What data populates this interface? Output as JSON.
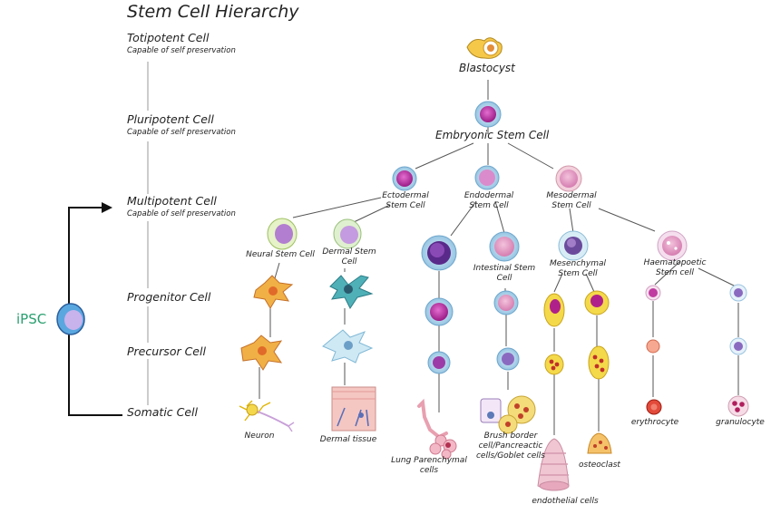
{
  "title": "Stem Cell Hierarchy",
  "levels": {
    "totipotent": {
      "name": "Totipotent Cell",
      "desc": "Capable of self preservation"
    },
    "pluripotent": {
      "name": "Pluripotent Cell",
      "desc": "Capable of self preservation"
    },
    "multipotent": {
      "name": "Multipotent Cell",
      "desc": "Capable of self preservation"
    },
    "progenitor": {
      "name": "Progenitor Cell"
    },
    "precursor": {
      "name": "Precursor Cell"
    },
    "somatic": {
      "name": "Somatic Cell"
    }
  },
  "ipsc": "iPSC",
  "nodes": {
    "blastocyst": "Blastocyst",
    "embryonic": "Embryonic Stem Cell",
    "ectodermal": [
      "Ectodermal",
      "Stem Cell"
    ],
    "endodermal": [
      "Endodermal",
      "Stem Cell"
    ],
    "mesodermal": [
      "Mesodermal",
      "Stem Cell"
    ],
    "neural": "Neural Stem Cell",
    "dermal": [
      "Dermal Stem",
      "Cell"
    ],
    "intestinal": [
      "Intestinal Stem",
      "Cell"
    ],
    "mesenchymal": [
      "Mesenchymal",
      "Stem Cell"
    ],
    "haematopoetic": [
      "Haematopoetic",
      "Stem cell"
    ],
    "neuron": "Neuron",
    "dermal_tissue": "Dermal tissue",
    "lung": [
      "Lung Parenchymal",
      "cells"
    ],
    "brush": [
      "Brush border",
      "cell/Pancreactic",
      "cells/Goblet cells"
    ],
    "osteoclast": "osteoclast",
    "endothelial": "endothelial cells",
    "erythrocyte": "erythrocyte",
    "granulocyte": "granulocyte"
  },
  "colors": {
    "cell_magenta": "#c02fa8",
    "cell_halo_blue": "#a9cfe8",
    "cell_pink": "#e7a1c6",
    "yellow_cell": "#f3d84a",
    "ipsc_green": "#2aa070",
    "connector": "#555555"
  }
}
